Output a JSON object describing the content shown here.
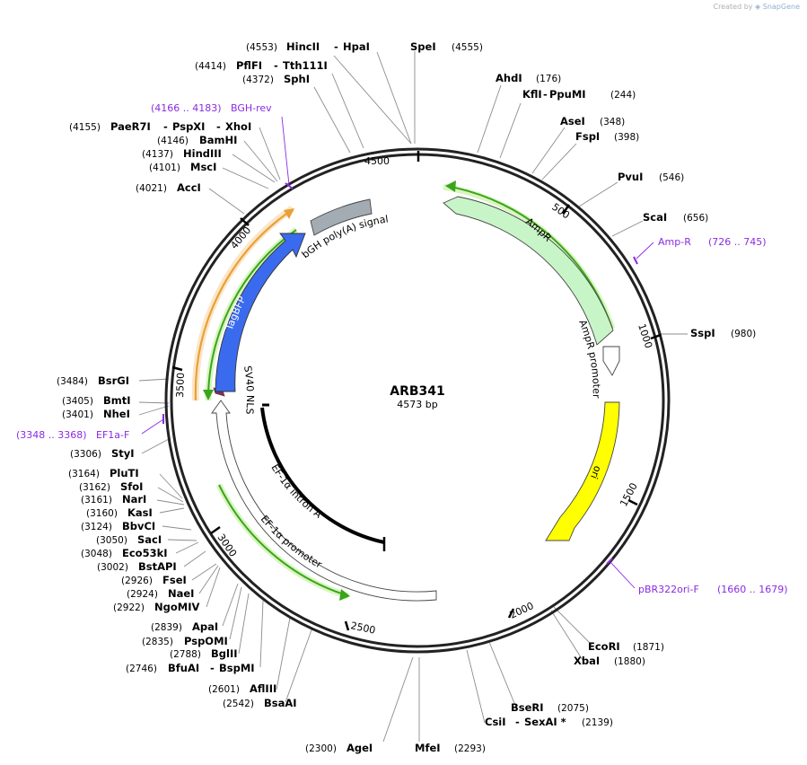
{
  "credit": {
    "prefix": "Created by",
    "brand": "SnapGene",
    "icon": "snapgene-logo-icon"
  },
  "plasmid": {
    "name": "ARB341",
    "length_label": "4573 bp",
    "length": 4573
  },
  "colors": {
    "backbone": "#222222",
    "ampr": "#c8f5c8",
    "promoter": "#ffffff",
    "ori": "#ffff00",
    "tagbfp": "#3a6bef",
    "polyA": "#a3abb3",
    "nls": "#8b2a5f",
    "primer": "#8a2be2",
    "orf_green": "#3aa51a",
    "orf_orange": "#e9a037"
  },
  "ticks": [
    "500",
    "1000",
    "1500",
    "2000",
    "2500",
    "3000",
    "3500",
    "4000",
    "4500"
  ],
  "features": [
    {
      "id": "ampr",
      "label": "AmpR"
    },
    {
      "id": "ampr-promoter",
      "label": "AmpR promoter"
    },
    {
      "id": "ori",
      "label": "ori"
    },
    {
      "id": "ef1a-promoter",
      "label": "EF-1α promoter"
    },
    {
      "id": "ef1a-intron",
      "label": "EF-1α intron A"
    },
    {
      "id": "sv40-nls",
      "label": "SV40 NLS"
    },
    {
      "id": "tagbfp",
      "label": "TagBFP"
    },
    {
      "id": "bgh",
      "label": "bGH poly(A) signal"
    }
  ],
  "primers": [
    {
      "name": "Amp-R",
      "range": "(726 .. 745)"
    },
    {
      "name": "pBR322ori-F",
      "range": "(1660 .. 1679)"
    },
    {
      "name": "EF1a-F",
      "range": "(3348 .. 3368)"
    },
    {
      "name": "BGH-rev",
      "range": "(4166 .. 4183)"
    }
  ],
  "sites": [
    {
      "name": "SpeI",
      "pos": "(4555)"
    },
    {
      "name": "AhdI",
      "pos": "(176)"
    },
    {
      "name": "KflI",
      "name2": "PpuMI",
      "pos": "(244)"
    },
    {
      "name": "AseI",
      "pos": "(348)"
    },
    {
      "name": "FspI",
      "pos": "(398)"
    },
    {
      "name": "PvuI",
      "pos": "(546)"
    },
    {
      "name": "ScaI",
      "pos": "(656)"
    },
    {
      "name": "SspI",
      "pos": "(980)"
    },
    {
      "name": "EcoRI",
      "pos": "(1871)"
    },
    {
      "name": "XbaI",
      "pos": "(1880)"
    },
    {
      "name": "BseRI",
      "pos": "(2075)"
    },
    {
      "name": "CsiI",
      "name2": "SexAI *",
      "pos": "(2139)"
    },
    {
      "name": "MfeI",
      "pos": "(2293)"
    },
    {
      "name": "AgeI",
      "pos": "(2300)"
    },
    {
      "name": "BsaAI",
      "pos": "(2542)"
    },
    {
      "name": "AflIII",
      "pos": "(2601)"
    },
    {
      "name": "BfuAI",
      "name2": "BspMI",
      "pos": "(2746)"
    },
    {
      "name": "BglII",
      "pos": "(2788)"
    },
    {
      "name": "PspOMI",
      "pos": "(2835)"
    },
    {
      "name": "ApaI",
      "pos": "(2839)"
    },
    {
      "name": "NgoMIV",
      "pos": "(2922)"
    },
    {
      "name": "NaeI",
      "pos": "(2924)"
    },
    {
      "name": "FseI",
      "pos": "(2926)"
    },
    {
      "name": "BstAPI",
      "pos": "(3002)"
    },
    {
      "name": "Eco53kI",
      "pos": "(3048)"
    },
    {
      "name": "SacI",
      "pos": "(3050)"
    },
    {
      "name": "BbvCI",
      "pos": "(3124)"
    },
    {
      "name": "KasI",
      "pos": "(3160)"
    },
    {
      "name": "NarI",
      "pos": "(3161)"
    },
    {
      "name": "SfoI",
      "pos": "(3162)"
    },
    {
      "name": "PluTI",
      "pos": "(3164)"
    },
    {
      "name": "StyI",
      "pos": "(3306)"
    },
    {
      "name": "NheI",
      "pos": "(3401)"
    },
    {
      "name": "BmtI",
      "pos": "(3405)"
    },
    {
      "name": "BsrGI",
      "pos": "(3484)"
    },
    {
      "name": "AccI",
      "pos": "(4021)"
    },
    {
      "name": "MscI",
      "pos": "(4101)"
    },
    {
      "name": "HindIII",
      "pos": "(4137)"
    },
    {
      "name": "BamHI",
      "pos": "(4146)"
    },
    {
      "name": "PaeR7I",
      "name2": "PspXI",
      "name3": "XhoI",
      "pos": "(4155)"
    },
    {
      "name": "SphI",
      "pos": "(4372)"
    },
    {
      "name": "PflFI",
      "name2": "Tth111I",
      "pos": "(4414)"
    },
    {
      "name": "HincII",
      "name2": "HpaI",
      "pos": "(4553)"
    }
  ]
}
